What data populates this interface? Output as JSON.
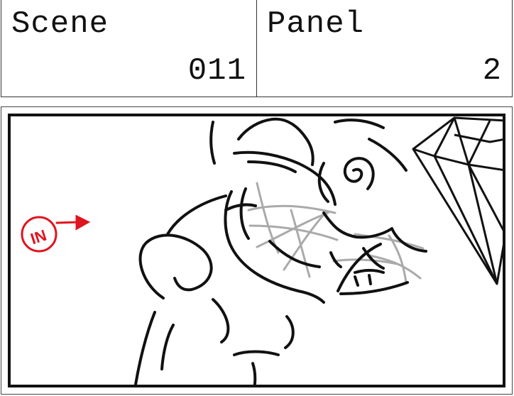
{
  "scene": {
    "label": "Scene",
    "value": "011"
  },
  "panel": {
    "label": "Panel",
    "value": "2"
  },
  "camera_note": {
    "text": "IN",
    "color": "#e0141e"
  },
  "sketch": {
    "ink_color": "#111111",
    "rough_color": "#aaaaaa"
  }
}
